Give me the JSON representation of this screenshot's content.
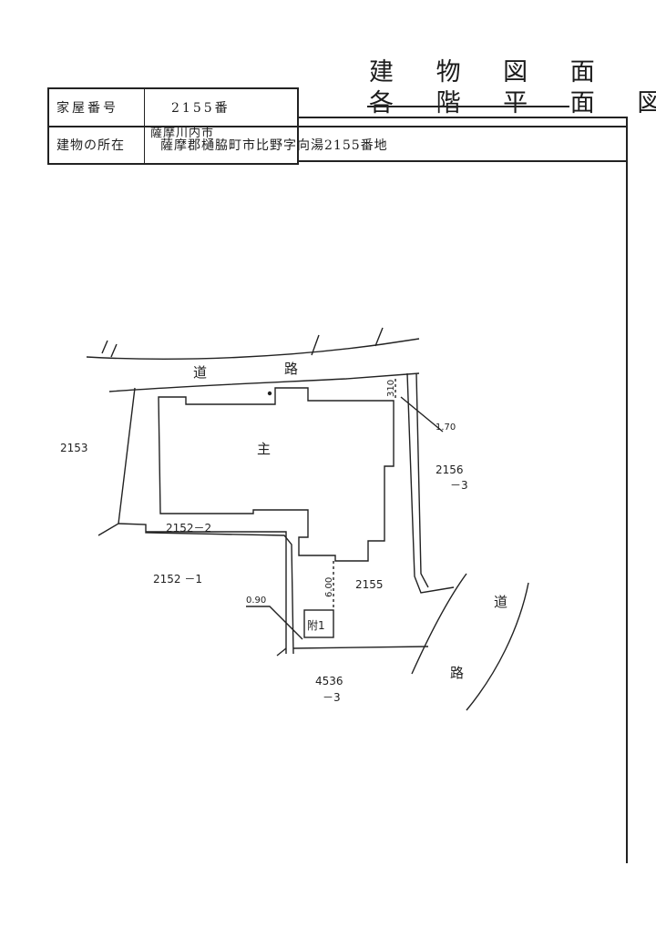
{
  "document": {
    "title_line1": "建 物 図 面",
    "title_line2": "各 階 平 面 図"
  },
  "header_table": {
    "house_number_label": "家屋番号",
    "house_number_value": "2155番",
    "location_label": "建物の所在",
    "location_value": "薩摩郡樋脇町市比野字向湯2155番地",
    "location_correction": "薩摩川内市"
  },
  "site_plan": {
    "road_top": "道　　　　　　　路",
    "road_top_left": "道",
    "road_top_right": "路",
    "road_right_top": "道",
    "road_right_bottom": "路",
    "building_main_label": "主",
    "annex_label": "附1",
    "lot_2153": "2153",
    "lot_2156_line1": "2156",
    "lot_2156_line2": "－3",
    "lot_2152_2": "2152－2",
    "lot_2152_1": "2152 －1",
    "lot_2155": "2155",
    "lot_4536_line1": "4536",
    "lot_4536_line2": "－3",
    "dim_310": "310",
    "dim_170": "1.70",
    "dim_600": "6.00",
    "dim_090": "0.90"
  }
}
